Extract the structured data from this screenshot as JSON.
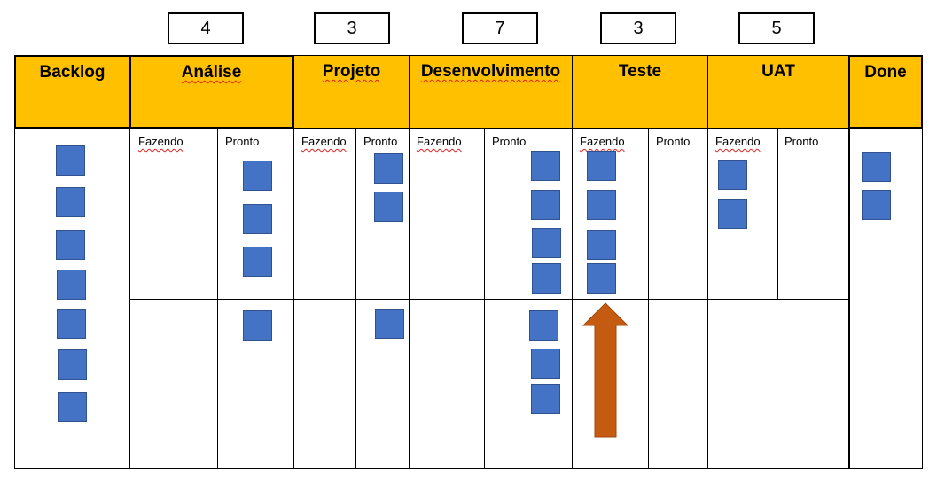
{
  "wip_limits": [
    "4",
    "3",
    "7",
    "3",
    "5"
  ],
  "columns": {
    "backlog": "Backlog",
    "analise": "Análise",
    "projeto": "Projeto",
    "desenvolvimento": "Desenvolvimento",
    "teste": "Teste",
    "uat": "UAT",
    "done": "Done"
  },
  "subcolumns": {
    "doing": "Fazendo",
    "ready": "Pronto"
  },
  "colors": {
    "header": "#FFC000",
    "card": "#4472C4",
    "arrow": "#C55A11"
  }
}
